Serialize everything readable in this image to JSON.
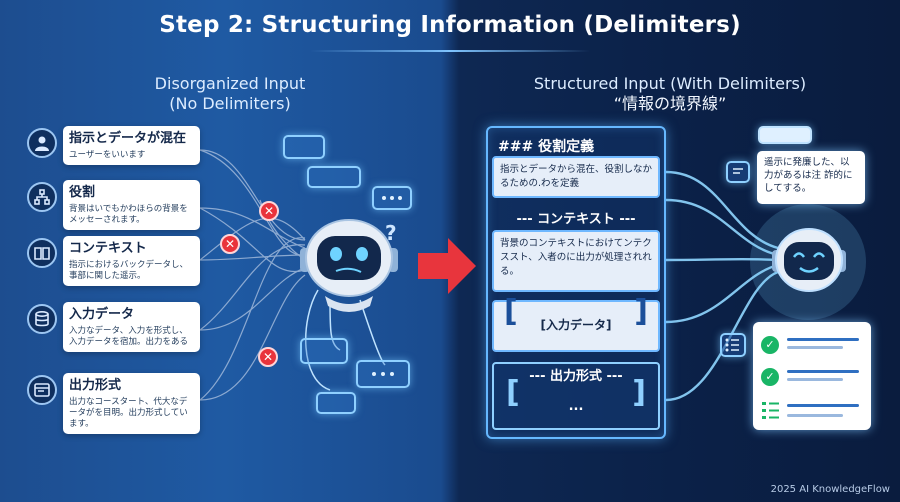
{
  "title": "Step 2: Structuring Information (Delimiters)",
  "left": {
    "heading_line1": "Disorganized Input",
    "heading_line2": "(No Delimiters)",
    "cards": [
      {
        "title": "指示とデータが混在",
        "body": "ユーザーをいいます",
        "icon": "user-icon"
      },
      {
        "title": "役割",
        "body": "背景はいでもかわほらの背景をメッセーされます。",
        "icon": "org-chart-icon"
      },
      {
        "title": "コンテキスト",
        "body": "指示におけるバックデータし、事部に関した遥示。",
        "icon": "book-icon"
      },
      {
        "title": "入力データ",
        "body": "入力なデータ、入力を形式し、入力データを宿加。出力をある",
        "icon": "database-icon"
      },
      {
        "title": "出力形式",
        "body": "出力なコースタート、代大なデータがを目明。出力形式しています。",
        "icon": "window-icon"
      }
    ]
  },
  "right": {
    "heading_line1": "Structured Input (With Delimiters)",
    "heading_line2": "“情報の境界線”",
    "panel_title": "### 役割定義",
    "role_text": "指示とデータから混在、役割しなかるための.わを定義",
    "context_delim": "--- コンテキスト ---",
    "context_text": "背景のコンテキストにおけてンテクススト、入者のに出力が処理されれる。",
    "input_bracket_open": "[",
    "input_label": "[入力データ]",
    "input_bracket_close": "]",
    "output_delim": "--- 出力形式 ---",
    "output_bracket_open": "[",
    "output_ellipsis": "...",
    "output_bracket_close": "]",
    "response_text": "遥示に発廉した、以力があるは注 詐的にしてする。"
  },
  "footer": "2025 AI KnowledgeFlow",
  "colors": {
    "accent_blue": "#66b8ff",
    "arrow_red": "#e8353d",
    "check_green": "#19b566",
    "x_red": "#e9333b"
  }
}
